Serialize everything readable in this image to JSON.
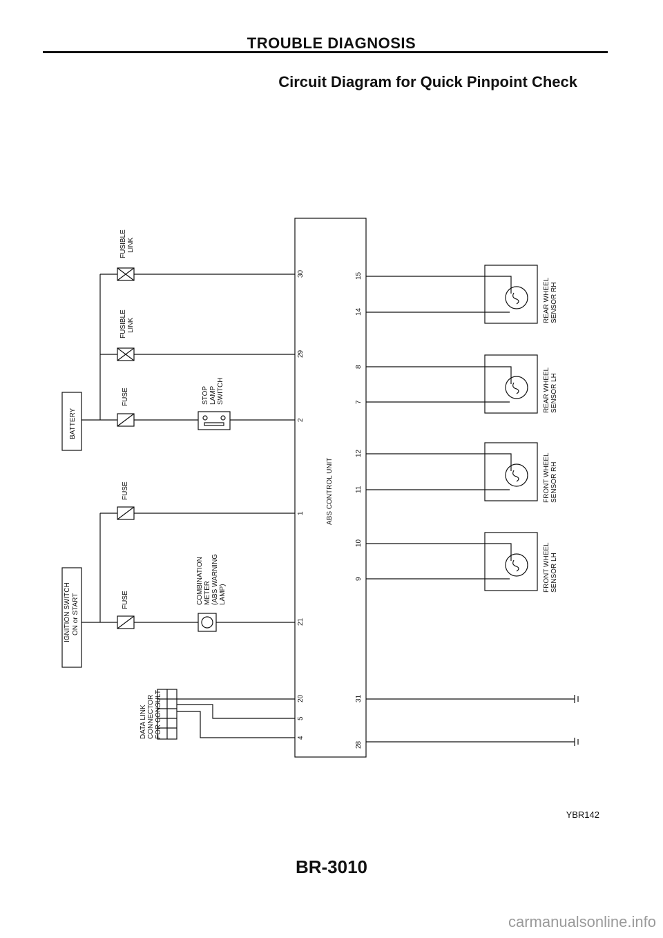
{
  "header": {
    "title": "TROUBLE DIAGNOSIS"
  },
  "subtitle": "Circuit Diagram for Quick Pinpoint Check",
  "figure_id": "YBR142",
  "page_number": "BR-3010",
  "watermark": "carmanualsonline.info",
  "labels": {
    "battery": "BATTERY",
    "ignition_l1": "IGNITION SWITCH",
    "ignition_l2": "ON or START",
    "fusible_link": "FUSIBLE",
    "fusible_link_2": "LINK",
    "fuse": "FUSE",
    "stop_lamp_1": "STOP",
    "stop_lamp_2": "LAMP",
    "stop_lamp_3": "SWITCH",
    "combo_1": "COMBINATION",
    "combo_2": "METER",
    "combo_3": "(ABS WARNING",
    "combo_4": "LAMP)",
    "dlc_1": "DATA LINK",
    "dlc_2": "CONNECTOR",
    "dlc_3": "FOR CONSULT",
    "abs_unit": "ABS CONTROL UNIT",
    "rr_rh_1": "REAR WHEEL",
    "rr_rh_2": "SENSOR RH",
    "rr_lh_1": "REAR WHEEL",
    "rr_lh_2": "SENSOR LH",
    "fr_rh_1": "FRONT WHEEL",
    "fr_rh_2": "SENSOR RH",
    "fr_lh_1": "FRONT WHEEL",
    "fr_lh_2": "SENSOR LH"
  },
  "pins": {
    "p30": "30",
    "p29": "29",
    "p2": "2",
    "p1": "1",
    "p21": "21",
    "p20": "20",
    "p5": "5",
    "p4": "4",
    "p15": "15",
    "p14": "14",
    "p8": "8",
    "p7": "7",
    "p12": "12",
    "p11": "11",
    "p10": "10",
    "p9": "9",
    "p31": "31",
    "p28": "28"
  }
}
